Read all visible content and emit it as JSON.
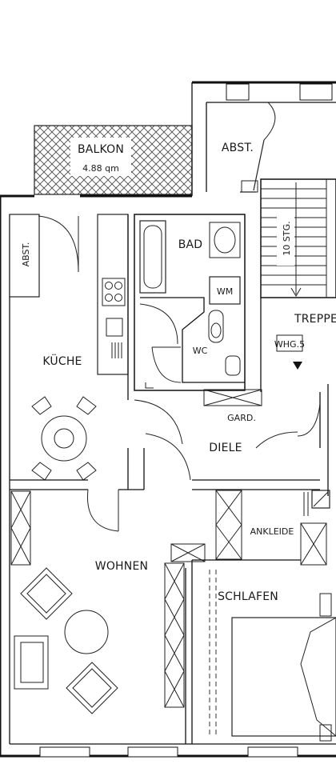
{
  "rooms": {
    "balkon": {
      "name": "BALKON",
      "area": "4.88 qm"
    },
    "abst_top": "ABST.",
    "abst_left": "ABST.",
    "bad": "BAD",
    "wm": "WM",
    "wc": "WC",
    "kueche": "KÜCHE",
    "gard": "GARD.",
    "diele": "DIELE",
    "treppe": "TREPPE",
    "stairs": "10 STG.",
    "whg": "WHG.5",
    "ankleide": "ANKLEIDE",
    "wohnen": "WOHNEN",
    "schlafen": "SCHLAFEN"
  }
}
